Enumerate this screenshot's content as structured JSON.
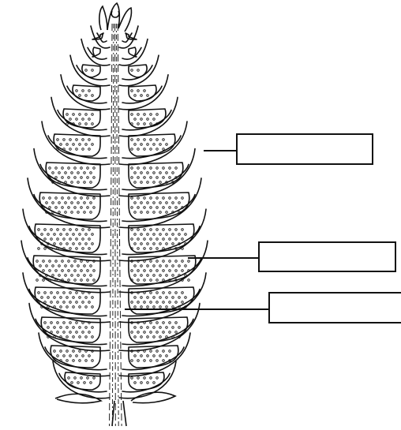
{
  "diagram": {
    "labels": [
      {
        "id": "label-1",
        "text": ""
      },
      {
        "id": "label-2",
        "text": ""
      },
      {
        "id": "label-3",
        "text": ""
      }
    ]
  },
  "colors": {
    "ink": "#111111",
    "paper": "#ffffff"
  }
}
